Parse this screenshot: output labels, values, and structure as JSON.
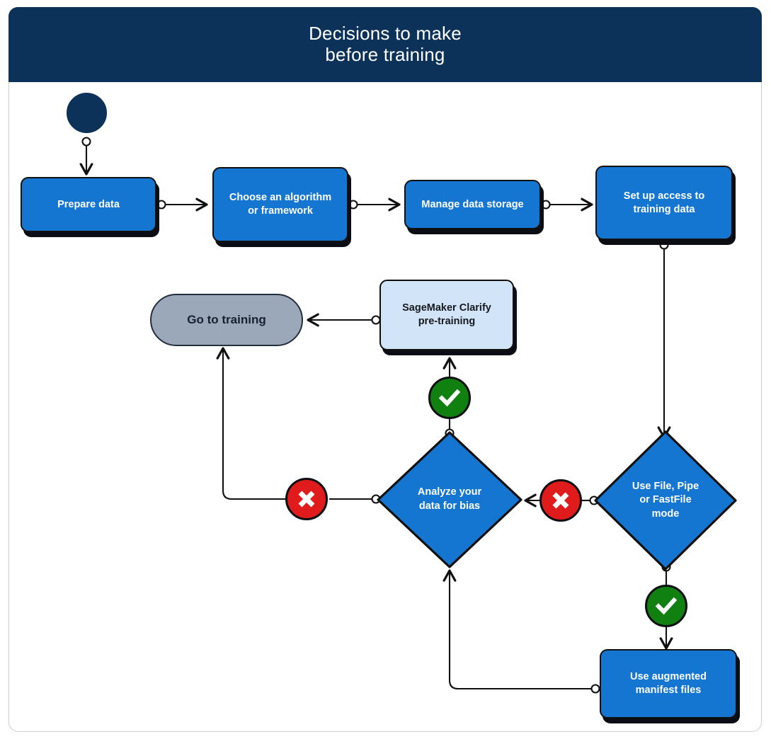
{
  "header": {
    "title": "Decisions to make\nbefore training"
  },
  "colors": {
    "header_bg": "#0d3259",
    "process_blue": "#1476d1",
    "process_light_blue": "#d2e4f7",
    "terminal_gray": "#9ba8ba",
    "start_navy": "#0d3259",
    "yes_green": "#108010",
    "no_red": "#e01b1b",
    "edge_stroke": "#12100f",
    "card_border": "#c9cdd2"
  },
  "flow": {
    "start_node": {
      "name": "start"
    },
    "nodes": [
      {
        "id": "prepare-data",
        "label": "Prepare data",
        "shape": "process",
        "style": "blue"
      },
      {
        "id": "choose-algorithm",
        "label": "Choose an algorithm\nor framework",
        "shape": "process",
        "style": "blue"
      },
      {
        "id": "manage-storage",
        "label": "Manage data storage",
        "shape": "process",
        "style": "blue"
      },
      {
        "id": "set-up-access",
        "label": "Set up access to\ntraining data",
        "shape": "process",
        "style": "blue"
      },
      {
        "id": "use-file-pipe-mode",
        "label": "Use File, Pipe\nor FastFile\nmode",
        "shape": "decision",
        "style": "blue"
      },
      {
        "id": "augmented-manifest",
        "label": "Use augmented\nmanifest files",
        "shape": "process",
        "style": "blue"
      },
      {
        "id": "analyze-bias",
        "label": "Analyze your\ndata for bias",
        "shape": "decision",
        "style": "blue"
      },
      {
        "id": "clarify-pretraining",
        "label": "SageMaker Clarify\npre-training",
        "shape": "process",
        "style": "light-blue"
      },
      {
        "id": "go-to-training",
        "label": "Go to training",
        "shape": "terminal",
        "style": "gray"
      }
    ],
    "badges": [
      {
        "id": "badge-yes-clarify",
        "icon": "check-icon",
        "meaning": "yes",
        "color": "#108010"
      },
      {
        "id": "badge-yes-manifest",
        "icon": "check-icon",
        "meaning": "yes",
        "color": "#108010"
      },
      {
        "id": "badge-no-bias",
        "icon": "cross-icon",
        "meaning": "no",
        "color": "#e01b1b"
      },
      {
        "id": "badge-no-filemode",
        "icon": "cross-icon",
        "meaning": "no",
        "color": "#e01b1b"
      }
    ],
    "edges": [
      {
        "from": "start",
        "to": "prepare-data"
      },
      {
        "from": "prepare-data",
        "to": "choose-algorithm"
      },
      {
        "from": "choose-algorithm",
        "to": "manage-storage"
      },
      {
        "from": "manage-storage",
        "to": "set-up-access"
      },
      {
        "from": "set-up-access",
        "to": "use-file-pipe-mode"
      },
      {
        "from": "use-file-pipe-mode",
        "to": "augmented-manifest",
        "badge": "badge-yes-manifest"
      },
      {
        "from": "use-file-pipe-mode",
        "to": "analyze-bias",
        "badge": "badge-no-filemode"
      },
      {
        "from": "augmented-manifest",
        "to": "analyze-bias"
      },
      {
        "from": "analyze-bias",
        "to": "clarify-pretraining",
        "badge": "badge-yes-clarify"
      },
      {
        "from": "analyze-bias",
        "to": "go-to-training",
        "badge": "badge-no-bias"
      },
      {
        "from": "clarify-pretraining",
        "to": "go-to-training"
      }
    ]
  }
}
